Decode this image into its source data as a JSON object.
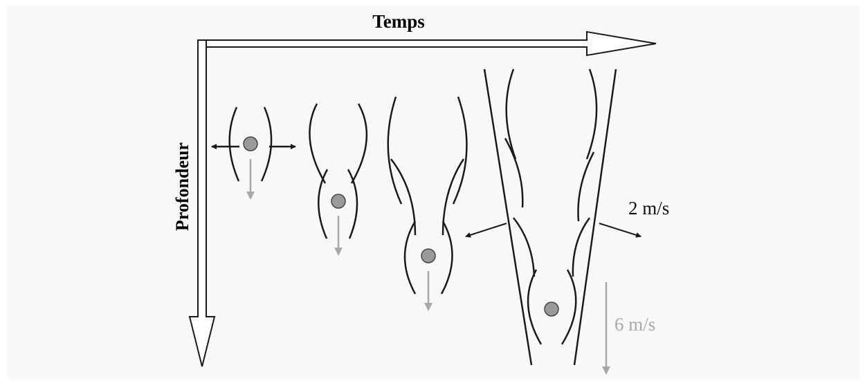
{
  "diagram": {
    "axis_time_label": "Temps",
    "axis_depth_label": "Profondeur",
    "lateral_speed_label": "2 m/s",
    "vertical_speed_label": "6 m/s",
    "colors": {
      "line": "#1a1a1a",
      "particle_fill": "#9a9a9a",
      "velocity_arrow_gray": "#a8a8a8",
      "background_panel": "#f8f8f8"
    }
  }
}
